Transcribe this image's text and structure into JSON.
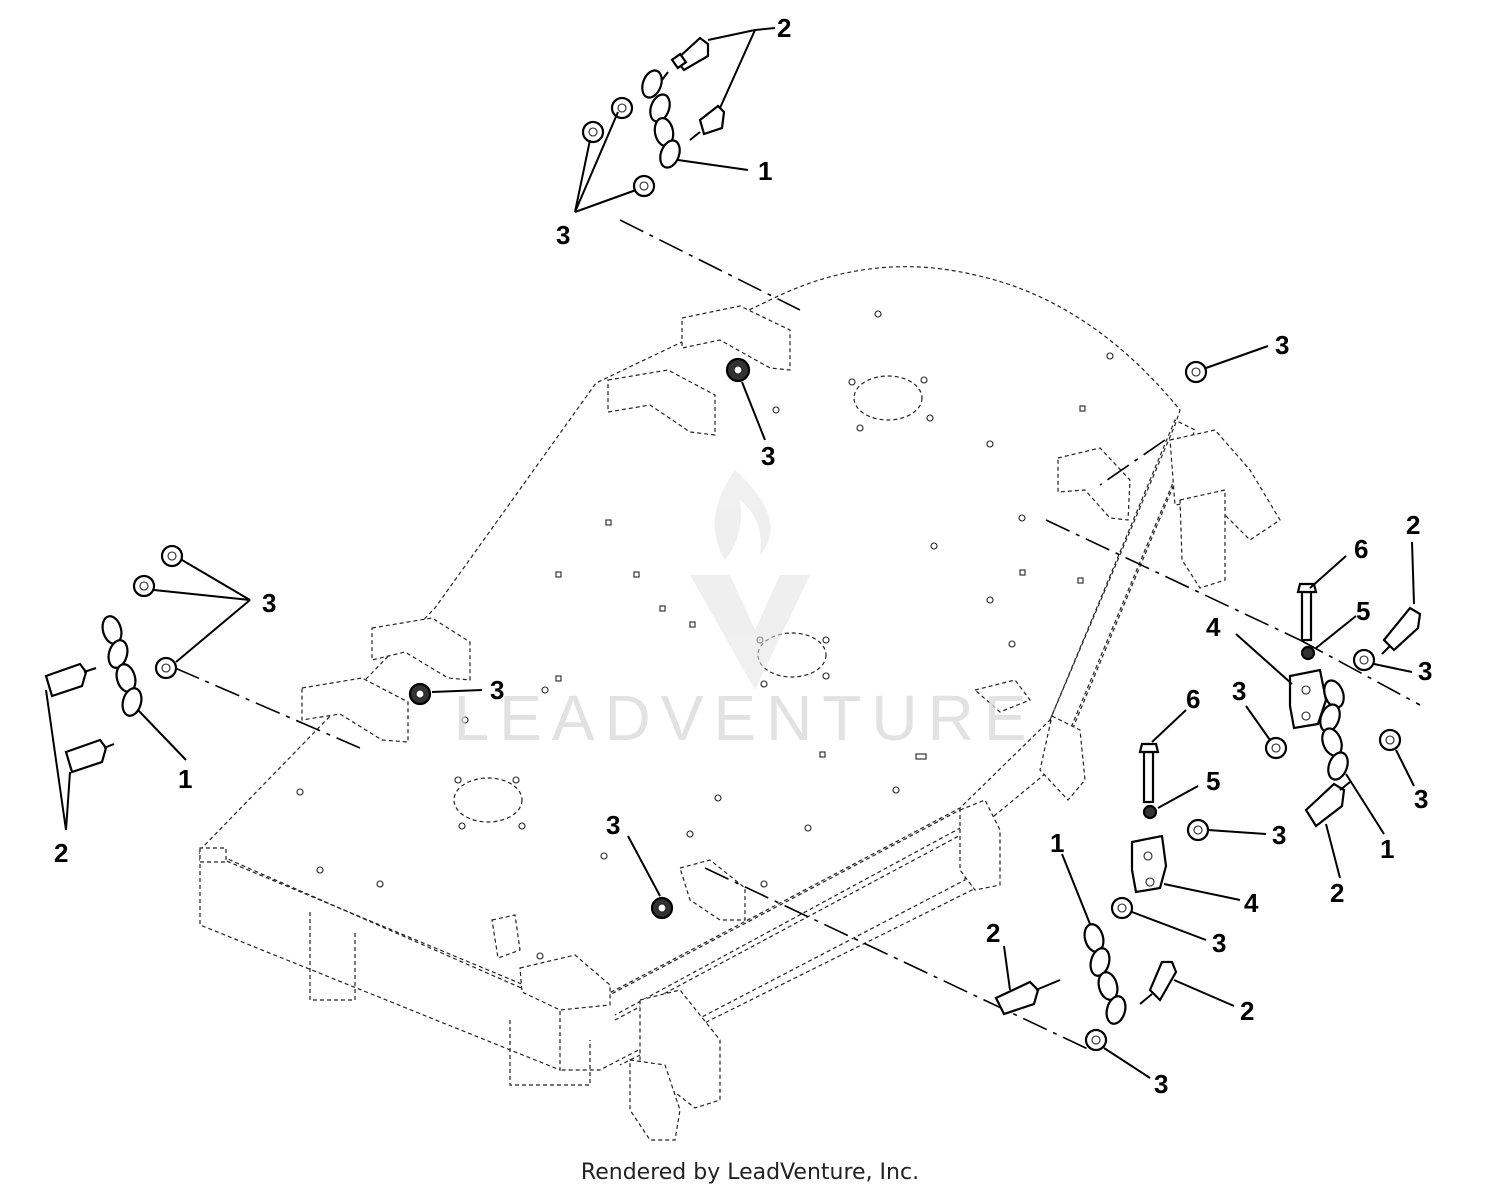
{
  "watermark": "LEADVENTURE",
  "footer": "Rendered by LeadVenture, Inc.",
  "callouts": {
    "top_2": "2",
    "top_1": "1",
    "top_3": "3",
    "deck_3_a": "3",
    "deck_3_b": "3",
    "left_3": "3",
    "left_1": "1",
    "left_2": "2",
    "mid_3": "3",
    "front_3": "3",
    "right_6": "6",
    "right_5": "5",
    "right_4": "4",
    "right_2_top": "2",
    "right_3_a": "3",
    "right_3_b": "3",
    "right_3_c": "3",
    "right_1": "1",
    "right_2_bottom": "2",
    "lower_6": "6",
    "lower_5": "5",
    "lower_3_a": "3",
    "lower_4": "4",
    "lower_3_b": "3",
    "lower_1": "1",
    "lower_2_a": "2",
    "lower_2_b": "2",
    "lower_3_c": "3"
  }
}
